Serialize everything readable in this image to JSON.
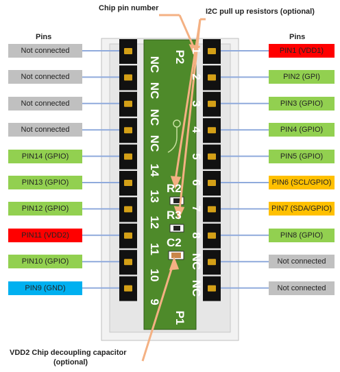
{
  "annotations": {
    "chip_pin_number": "Chip pin number",
    "i2c_pullup": "I2C pull up resistors (optional)",
    "vdd2_cap_line1": "VDD2 Chip decoupling capacitor",
    "vdd2_cap_line2": "(optional)"
  },
  "headers": {
    "left": "Pins",
    "right": "Pins"
  },
  "left_pins": [
    {
      "label": "Not connected",
      "color": "#c0c0c0"
    },
    {
      "label": "Not connected",
      "color": "#c0c0c0"
    },
    {
      "label": "Not connected",
      "color": "#c0c0c0"
    },
    {
      "label": "Not connected",
      "color": "#c0c0c0"
    },
    {
      "label": "PIN14 (GPIO)",
      "color": "#92d050"
    },
    {
      "label": "PIN13 (GPIO)",
      "color": "#92d050"
    },
    {
      "label": "PIN12 (GPIO)",
      "color": "#92d050"
    },
    {
      "label": "PIN11 (VDD2)",
      "color": "#ff0000"
    },
    {
      "label": "PIN10 (GPIO)",
      "color": "#92d050"
    },
    {
      "label": "PIN9 (GND)",
      "color": "#00b0f0"
    }
  ],
  "right_pins": [
    {
      "label": "PIN1 (VDD1)",
      "color": "#ff0000"
    },
    {
      "label": "PIN2 (GPI)",
      "color": "#92d050"
    },
    {
      "label": "PIN3 (GPIO)",
      "color": "#92d050"
    },
    {
      "label": "PIN4 (GPIO)",
      "color": "#92d050"
    },
    {
      "label": "PIN5 (GPIO)",
      "color": "#92d050"
    },
    {
      "label": "PIN6 (SCL/GPIO)",
      "color": "#ffc000"
    },
    {
      "label": "PIN7 (SDA/GPIO)",
      "color": "#ffc000"
    },
    {
      "label": "PIN8 (GPIO)",
      "color": "#92d050"
    },
    {
      "label": "Not connected",
      "color": "#c0c0c0"
    },
    {
      "label": "Not connected",
      "color": "#c0c0c0"
    }
  ],
  "silkscreen": {
    "left": [
      "NC",
      "NC",
      "NC",
      "NC",
      "14",
      "13",
      "12",
      "11",
      "10",
      "9"
    ],
    "right": [
      "1",
      "2",
      "3",
      "4",
      "5",
      "6",
      "7",
      "8",
      "NC",
      "NC"
    ],
    "p2": "P2",
    "p1": "P1",
    "r2": "R2",
    "r3": "R3",
    "c2": "C2"
  },
  "colors": {
    "pcb": "#4e8a2a",
    "wire": "#8faadc",
    "arrow": "#f4b183",
    "header": "#111111",
    "pin_gold": "#d4a017"
  }
}
